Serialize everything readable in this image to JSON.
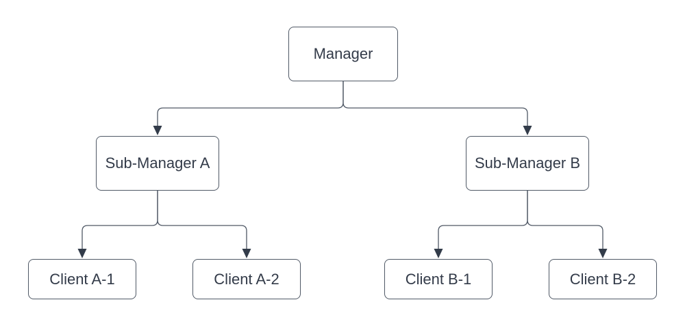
{
  "diagram": {
    "type": "org-chart",
    "colors": {
      "background": "#ffffff",
      "node_border": "#4f5865",
      "node_fill": "#ffffff",
      "node_text": "#333b49",
      "connector": "#4f5865",
      "arrowhead": "#333c4a"
    },
    "nodes": {
      "manager": {
        "label": "Manager"
      },
      "sub_manager_a": {
        "label": "Sub-Manager A"
      },
      "sub_manager_b": {
        "label": "Sub-Manager B"
      },
      "client_a1": {
        "label": "Client A-1"
      },
      "client_a2": {
        "label": "Client A-2"
      },
      "client_b1": {
        "label": "Client B-1"
      },
      "client_b2": {
        "label": "Client B-2"
      }
    },
    "edges": [
      {
        "from": "Manager",
        "to": "Sub-Manager A"
      },
      {
        "from": "Manager",
        "to": "Sub-Manager B"
      },
      {
        "from": "Sub-Manager A",
        "to": "Client A-1"
      },
      {
        "from": "Sub-Manager A",
        "to": "Client A-2"
      },
      {
        "from": "Sub-Manager B",
        "to": "Client B-1"
      },
      {
        "from": "Sub-Manager B",
        "to": "Client B-2"
      }
    ]
  }
}
